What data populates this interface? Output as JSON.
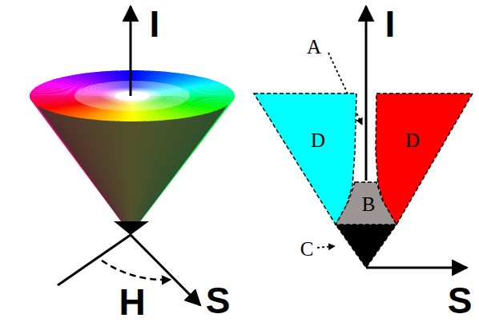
{
  "diagram": {
    "nodes": [
      {
        "text": [
          "D"
        ]
      },
      {
        "text": [
          "D"
        ]
      },
      {
        "text": [
          "B"
        ]
      }
    ],
    "labels": [
      "I",
      "H",
      "S",
      "A",
      "I",
      "C",
      "S"
    ]
  }
}
